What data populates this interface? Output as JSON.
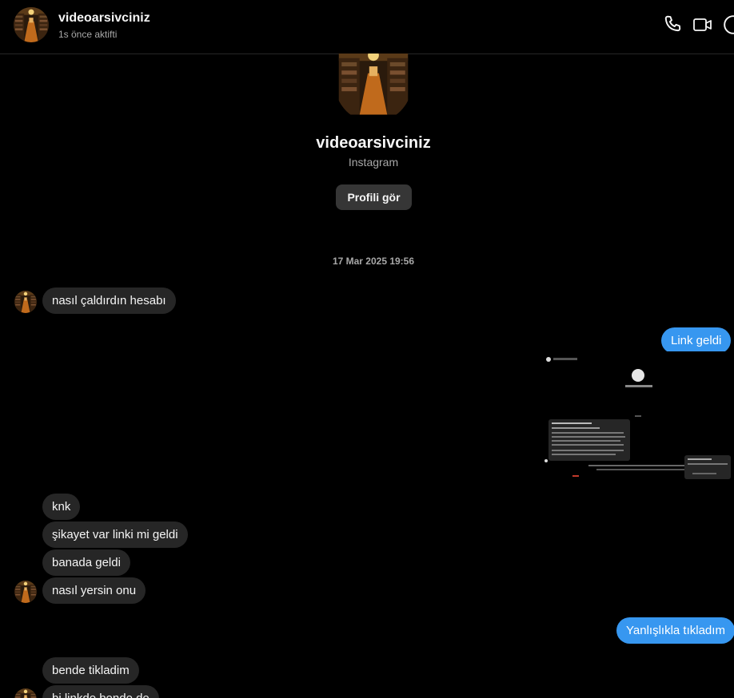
{
  "header": {
    "username": "videoarsivciniz",
    "status": "1s önce aktifti",
    "icons": [
      "phone-icon",
      "video-icon",
      "info-icon"
    ]
  },
  "profile": {
    "name": "videoarsivciniz",
    "subtitle": "Instagram",
    "button_label": "Profili gör"
  },
  "timestamp": "17 Mar 2025 19:56",
  "messages": [
    {
      "from": "them",
      "text": "nasıl çaldırdın hesabı"
    },
    {
      "from": "me",
      "text": "Link geldi"
    },
    {
      "from": "me",
      "type": "image",
      "text": "screenshot-attachment"
    },
    {
      "from": "them",
      "text": "knk"
    },
    {
      "from": "them",
      "text": "şikayet var linki mi geldi"
    },
    {
      "from": "them",
      "text": "banada geldi"
    },
    {
      "from": "them",
      "text": "nasıl yersin onu"
    },
    {
      "from": "me",
      "text": "Yanlışlıkla tıkladım"
    },
    {
      "from": "them",
      "text": "bende tikladim"
    },
    {
      "from": "them",
      "text": "bi linkde bende de"
    }
  ],
  "colors": {
    "background": "#000000",
    "incoming_bubble": "#262626",
    "outgoing_bubble": "#3797f0",
    "secondary_text": "#a8a8a8"
  }
}
